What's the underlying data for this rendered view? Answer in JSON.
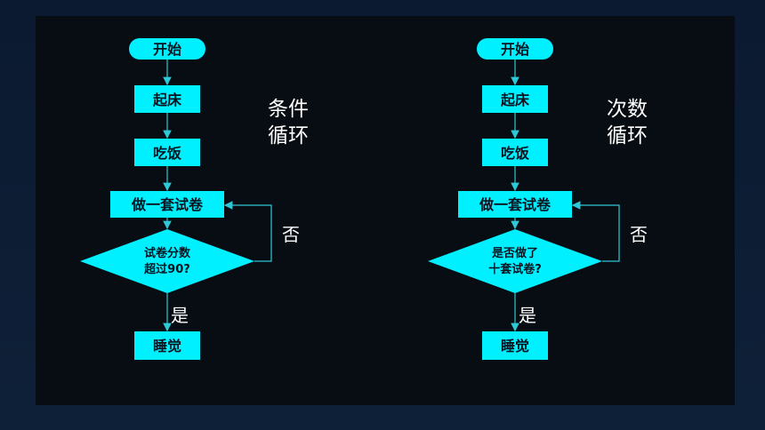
{
  "colors": {
    "node_fill": "#00f0ff",
    "node_text": "#0a1420",
    "edge": "#2ec9d6",
    "slide_bg": "#080d14",
    "outer_bg": "#0d1b2e",
    "label": "#ffffff"
  },
  "left": {
    "start": "开始",
    "step1": "起床",
    "step2": "吃饭",
    "step3": "做一套试卷",
    "decision_line1": "试卷分数",
    "decision_line2": "超过90?",
    "end": "睡觉",
    "yes": "是",
    "no": "否",
    "caption_line1": "条件",
    "caption_line2": "循环"
  },
  "right": {
    "start": "开始",
    "step1": "起床",
    "step2": "吃饭",
    "step3": "做一套试卷",
    "decision_line1": "是否做了",
    "decision_line2": "十套试卷?",
    "end": "睡觉",
    "yes": "是",
    "no": "否",
    "caption_line1": "次数",
    "caption_line2": "循环"
  }
}
